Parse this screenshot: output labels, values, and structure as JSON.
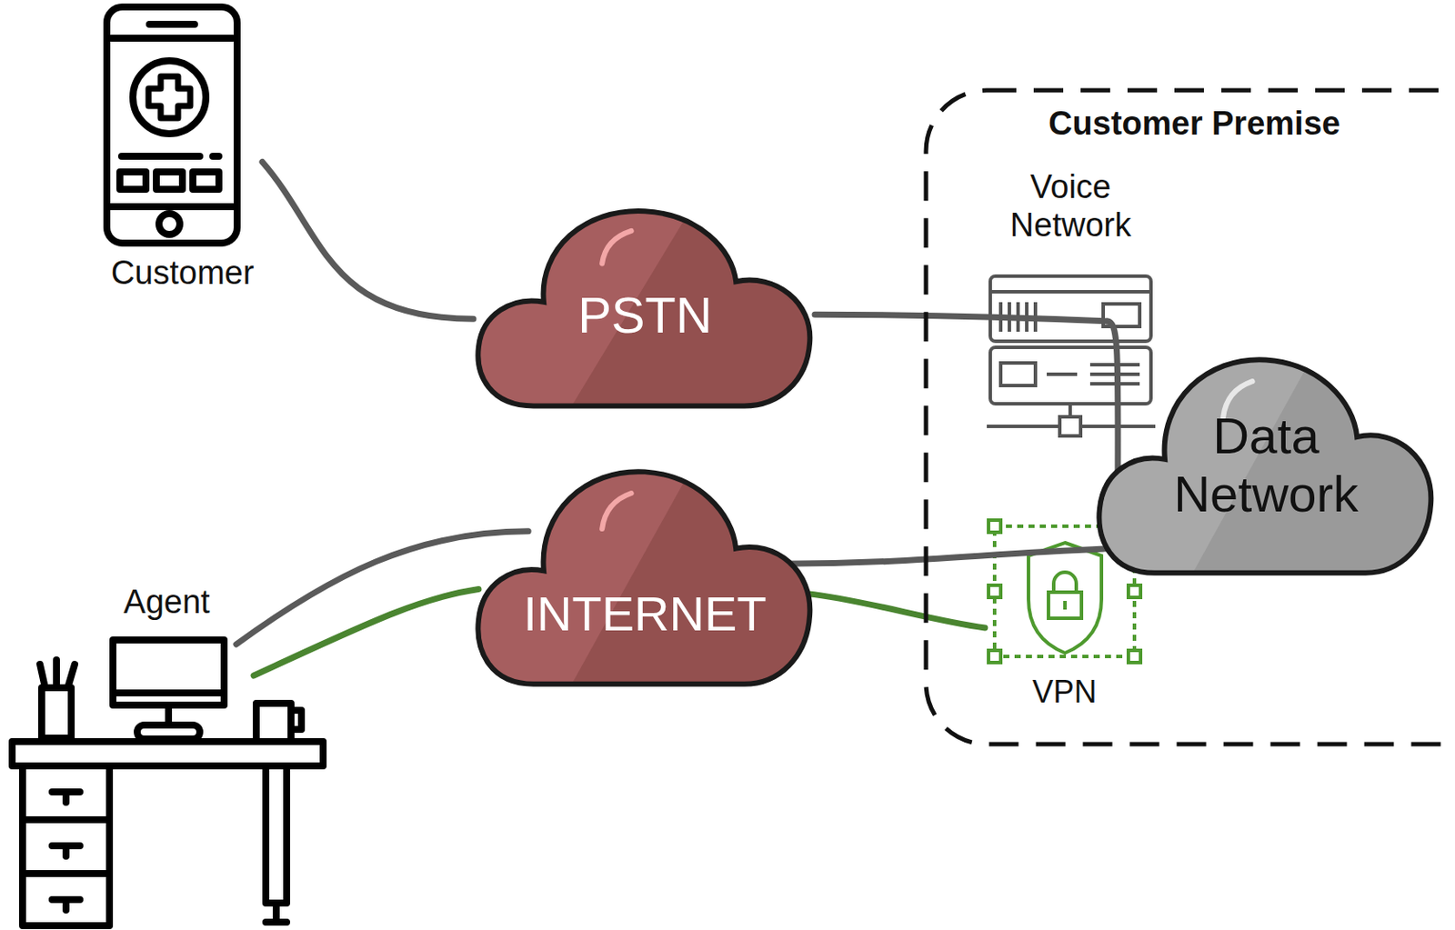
{
  "diagram": {
    "nodes": [
      {
        "text": [
          "Customer"
        ]
      },
      {
        "text": [
          "PSTN"
        ]
      },
      {
        "text": [
          "Customer Premise"
        ]
      },
      {
        "text": [
          "Voice Network"
        ],
        "in": 2
      },
      {
        "text": [
          "Data Network"
        ],
        "in": 2
      },
      {
        "text": [
          "VPN"
        ],
        "in": 2
      },
      {
        "text": [
          "Agent"
        ]
      },
      {
        "text": [
          "INTERNET"
        ]
      }
    ],
    "edges": [
      {
        "from": 0,
        "to": 1,
        "arrow": "none"
      },
      {
        "from": 1,
        "to": 3,
        "arrow": "none"
      },
      {
        "from": 3,
        "to": 4,
        "arrow": "none"
      },
      {
        "from": 6,
        "to": 7,
        "arrow": "none"
      },
      {
        "from": 6,
        "to": 7,
        "arrow": "none"
      },
      {
        "from": 7,
        "to": 4,
        "arrow": "none"
      },
      {
        "from": 7,
        "to": 5,
        "arrow": "none"
      }
    ]
  }
}
